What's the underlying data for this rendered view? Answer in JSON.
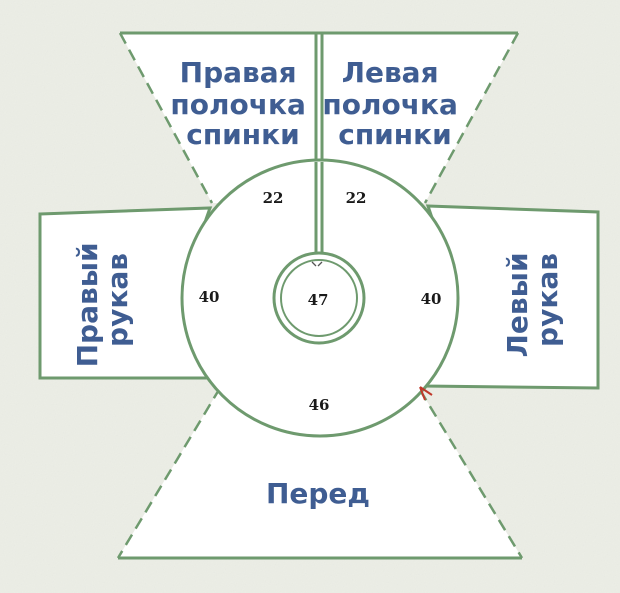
{
  "colors": {
    "background": "#eceee6",
    "piece_fill": "#ffffff",
    "outline": "#6e9a6e",
    "label": "#3f5d92",
    "number": "#1a1a1a",
    "marker": "#c0392b"
  },
  "pieces": {
    "right_back": [
      "Правая",
      "полочка",
      "спинки"
    ],
    "left_back": [
      "Левая",
      "полочка",
      "спинки"
    ],
    "right_sleeve": [
      "Правый",
      "рукав"
    ],
    "left_sleeve": [
      "Левый",
      "рукав"
    ],
    "front": "Перед"
  },
  "counts": {
    "right_back": "22",
    "left_back": "22",
    "right_sleeve": "40",
    "left_sleeve": "40",
    "center": "47",
    "front": "46"
  }
}
